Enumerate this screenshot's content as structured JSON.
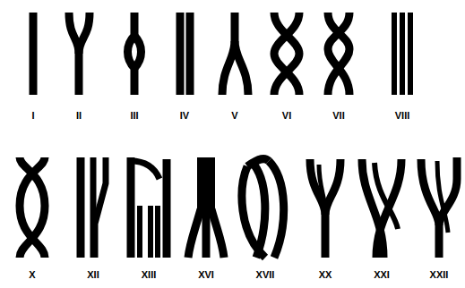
{
  "diagram": {
    "labels": [
      "I",
      "II",
      "III",
      "IV",
      "V",
      "VI",
      "VII",
      "VIII",
      "X",
      "XII",
      "XIII",
      "XVI",
      "XVII",
      "XX",
      "XXI",
      "XXII"
    ]
  }
}
